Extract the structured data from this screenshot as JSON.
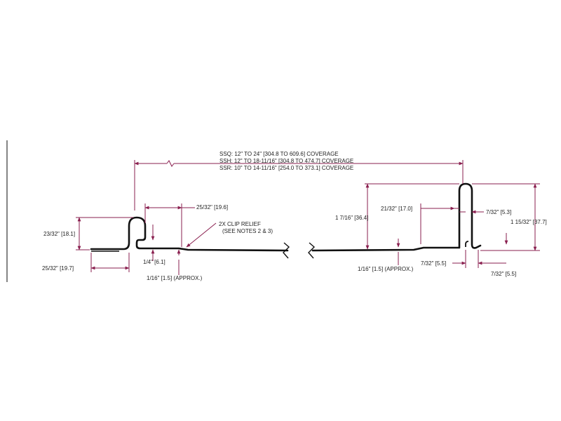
{
  "coverage": {
    "ssq": "SSQ:  12\" TO 24\" [304.8 TO 609.6] COVERAGE",
    "ssh": "SSH:  12\" TO 18-11/16\" [304.8 TO 474.7] COVERAGE",
    "ssr": "SSR:  10\" TO 14-11/16\" [254.0 TO 373.1] COVERAGE"
  },
  "left": {
    "height": "23/32\" [18.1]",
    "clip_width": "25/32\" [19.6]",
    "clip_relief_1": "2X CLIP RELIEF",
    "clip_relief_2": "(SEE NOTES 2 & 3)",
    "step": "1/4\" [6.1]",
    "offset": "1/16\" [1.5] (APPROX.)",
    "base_width": "25/32\" [19.7]"
  },
  "right": {
    "height_inner": "1 7/16\" [36.4]",
    "width_a": "21/32\" [17.0]",
    "width_b": "7/32\" [5.3]",
    "height_outer": "1 15/32\" [37.7]",
    "bottom_a": "7/32\" [5.5]",
    "bottom_b": "7/32\" [5.5]",
    "offset": "1/16\" [1.5] (APPROX.)"
  },
  "colors": {
    "dimension": "#8a1f4f",
    "profile": "#111111"
  }
}
